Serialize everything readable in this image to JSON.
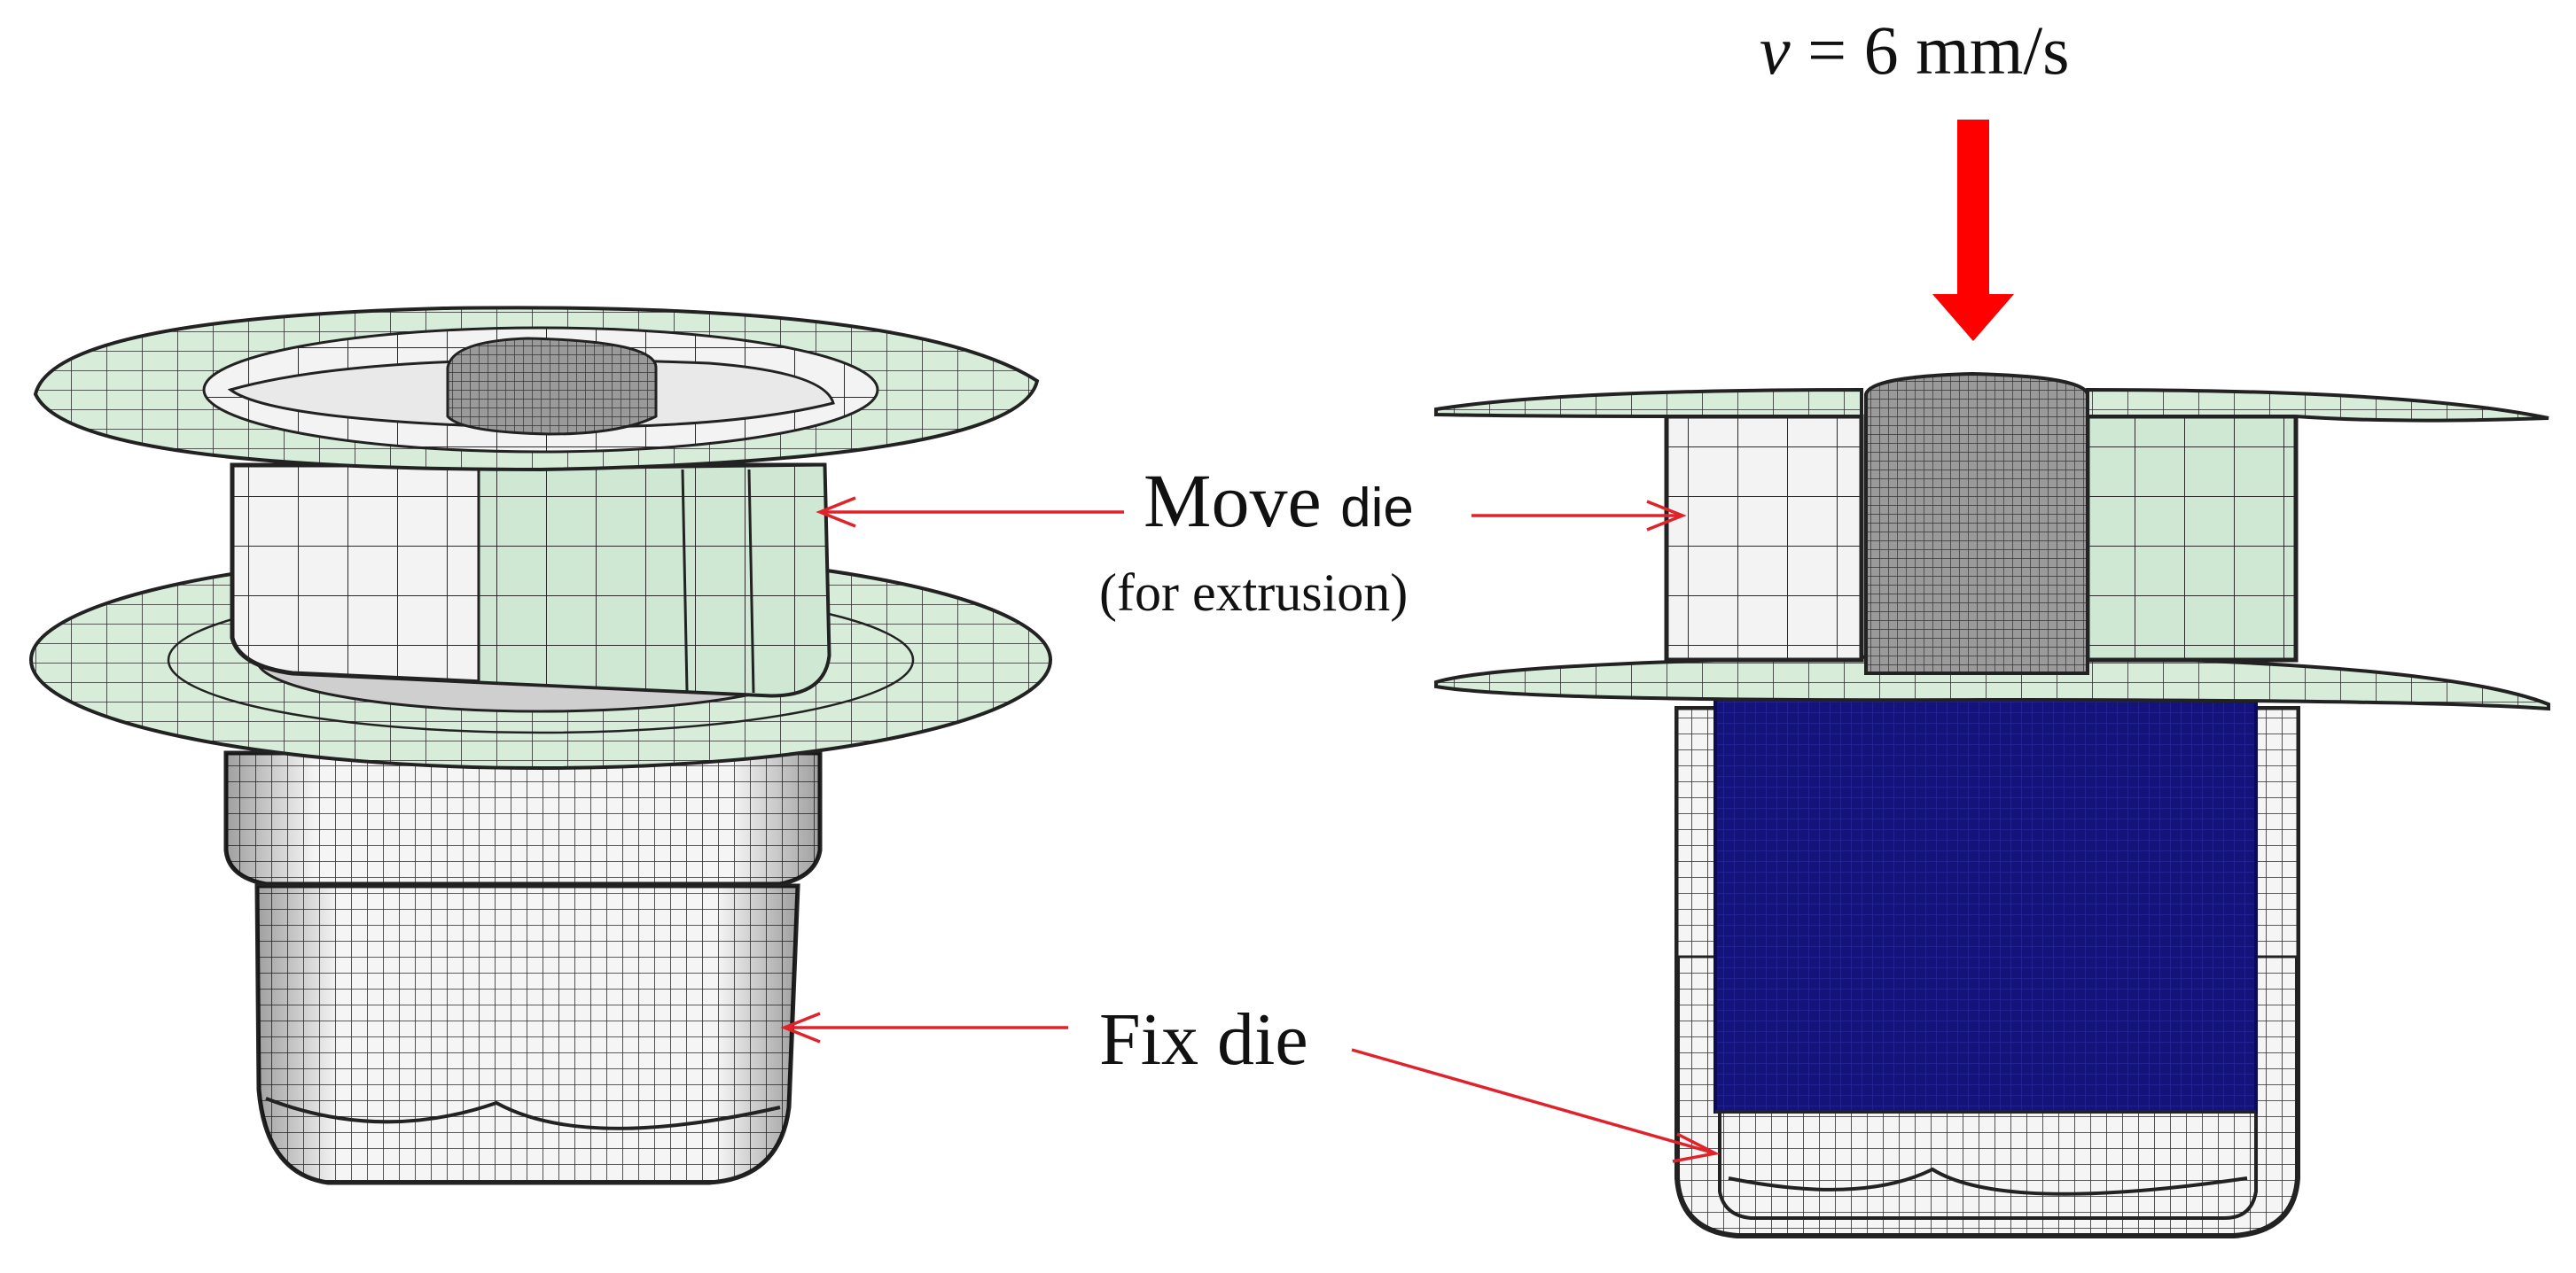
{
  "labels": {
    "velocity_symbol": "v",
    "velocity_rest": "= 6 mm/s",
    "move_die_main": "Move",
    "move_die_small": "die",
    "move_die_sub": "(for extrusion)",
    "fix_die": "Fix die"
  },
  "colors": {
    "mesh_fill": "#f3f3f3",
    "mesh_fill_green": "#cfe8d4",
    "mesh_line": "#2a2a2a",
    "billet": "#13137a",
    "arrow_red": "#ff0000",
    "leader_red": "#e0232a"
  }
}
